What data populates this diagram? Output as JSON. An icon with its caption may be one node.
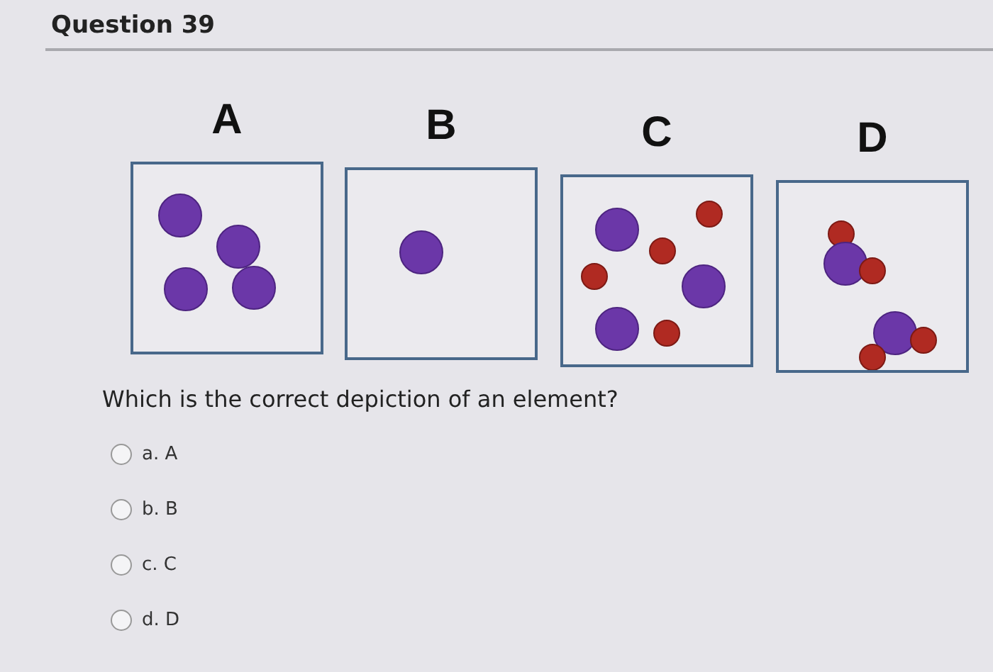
{
  "diagram": {
    "title": "Question 39",
    "nodes": [
      {
        "text": [
          "A"
        ]
      },
      {
        "text": [
          "B"
        ]
      },
      {
        "text": [
          "C"
        ]
      },
      {
        "text": [
          "D"
        ]
      }
    ],
    "labels": [
      "Which is the correct depiction of an element?",
      "a. A",
      "b. B",
      "c. C",
      "d. D"
    ]
  }
}
